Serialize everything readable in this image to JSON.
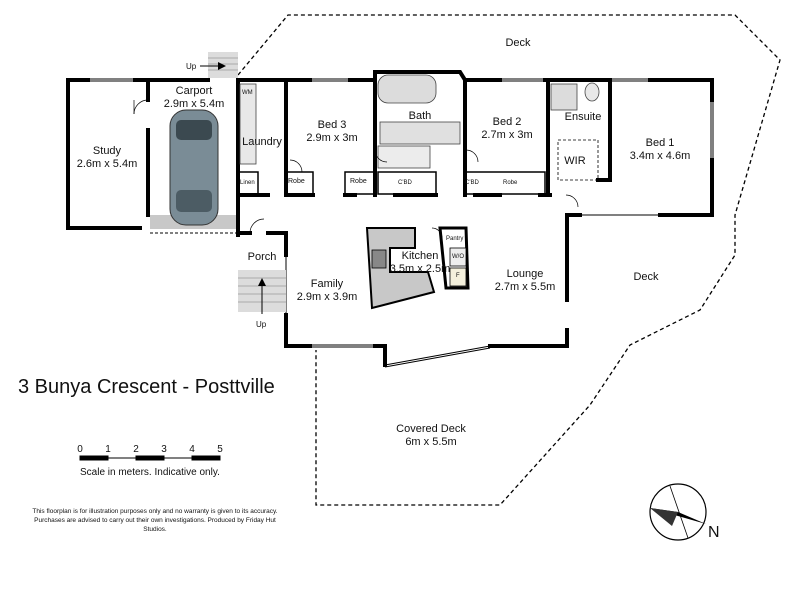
{
  "title": "3 Bunya Crescent - Posttville",
  "rooms": {
    "study": {
      "name": "Study",
      "dim": "2.6m x 5.4m"
    },
    "carport": {
      "name": "Carport",
      "dim": "2.9m x 5.4m"
    },
    "laundry": {
      "name": "Laundry"
    },
    "bed3": {
      "name": "Bed 3",
      "dim": "2.9m x 3m"
    },
    "bath": {
      "name": "Bath"
    },
    "bed2": {
      "name": "Bed 2",
      "dim": "2.7m x 3m"
    },
    "ensuite": {
      "name": "Ensuite"
    },
    "wir": {
      "name": "WIR"
    },
    "bed1": {
      "name": "Bed 1",
      "dim": "3.4m x 4.6m"
    },
    "porch": {
      "name": "Porch"
    },
    "family": {
      "name": "Family",
      "dim": "2.9m x 3.9m"
    },
    "kitchen": {
      "name": "Kitchen",
      "dim": "3.5m x 2.5m"
    },
    "lounge": {
      "name": "Lounge",
      "dim": "2.7m x 5.5m"
    },
    "deck_top": {
      "name": "Deck"
    },
    "deck_right": {
      "name": "Deck"
    },
    "covered_deck": {
      "name": "Covered Deck",
      "dim": "6m x 5.5m"
    }
  },
  "small_labels": {
    "wm": "WM",
    "linen": "Linen",
    "robe1": "Robe",
    "robe2": "Robe",
    "cbd1": "C'BD",
    "cbd2": "C'BD",
    "robe3": "Robe",
    "pantry": "Pantry",
    "wo": "W/O",
    "f": "F"
  },
  "up_labels": {
    "top": "Up",
    "porch": "Up"
  },
  "scale": {
    "ticks": [
      "0",
      "1",
      "2",
      "3",
      "4",
      "5"
    ],
    "caption": "Scale in meters. Indicative only."
  },
  "disclaimer": "This floorplan is for illustration purposes only and no warranty is given to its accuracy. Purchases are advised to carry out their own investigations. Produced by Friday Hut Studios.",
  "compass": {
    "label": "N"
  },
  "colors": {
    "wall": "#000000",
    "floor_grey": "#c8c8c8",
    "car": "#7a8c96",
    "deck_line": "#000000"
  }
}
